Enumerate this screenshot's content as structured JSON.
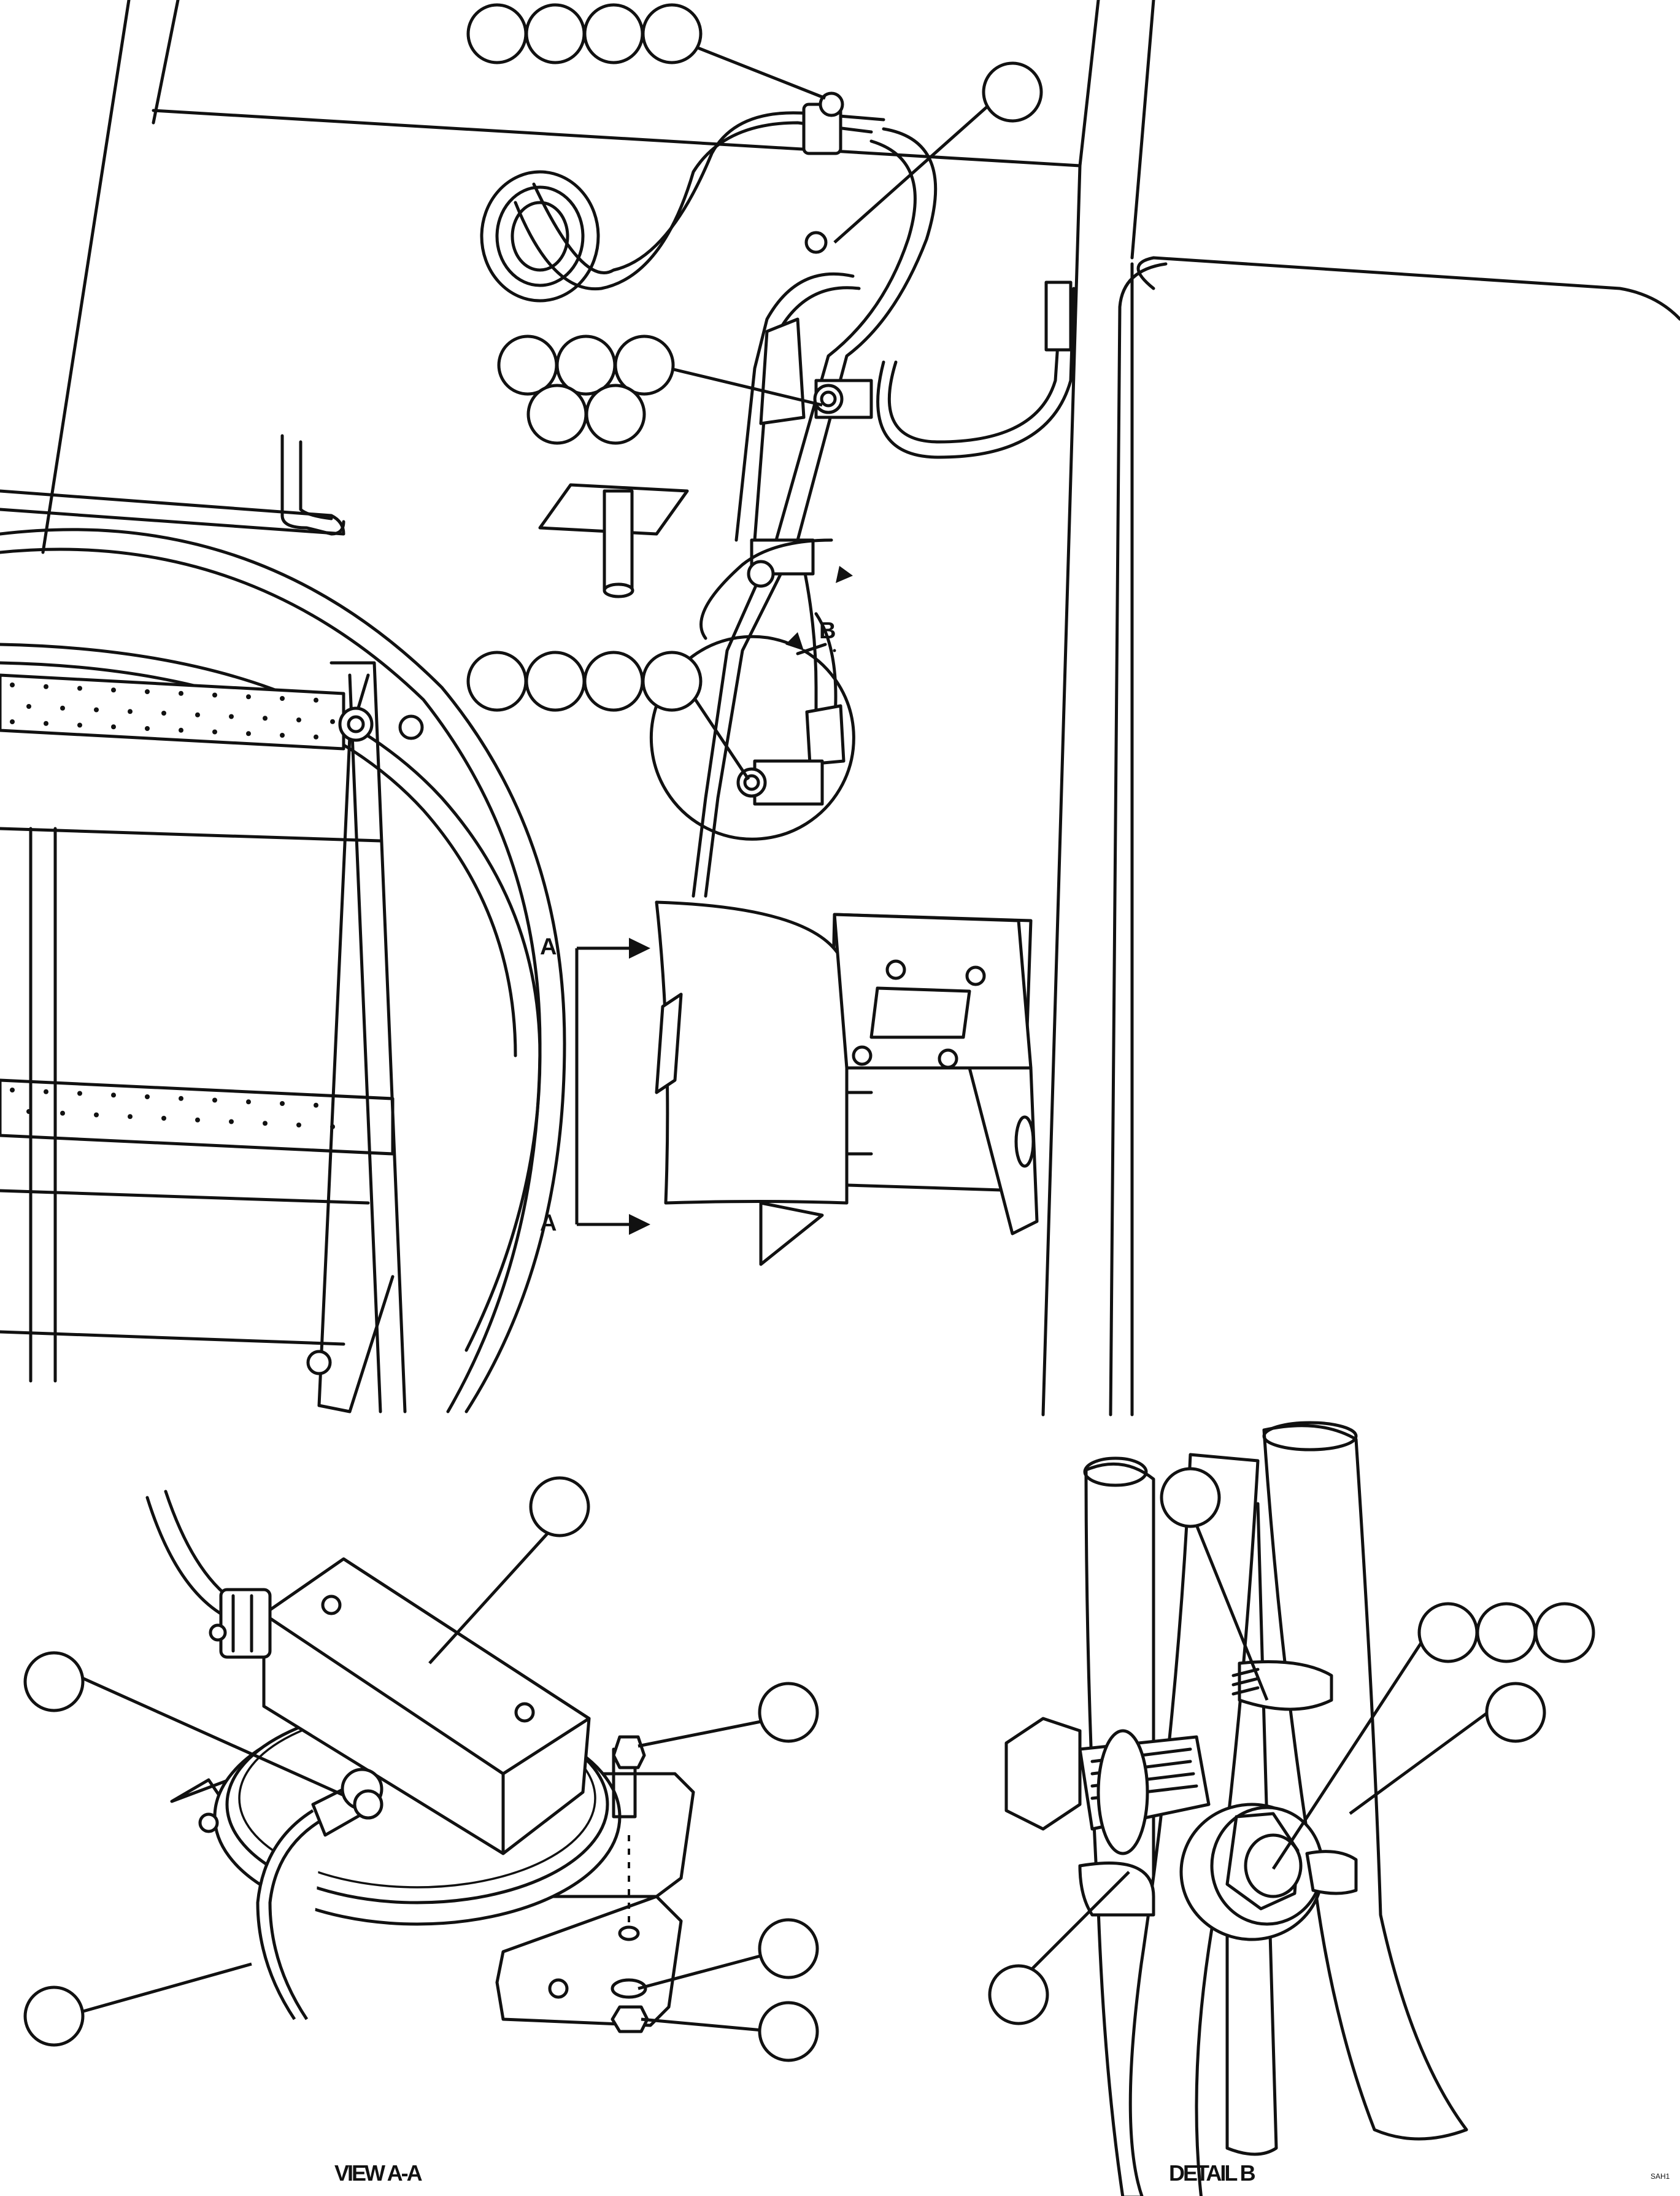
{
  "labels": {
    "section_marker": "A",
    "detail_marker": "B"
  },
  "captions": {
    "view": "VIEW A-A",
    "detail": "DETAIL B"
  },
  "figure_id": "SAH1"
}
